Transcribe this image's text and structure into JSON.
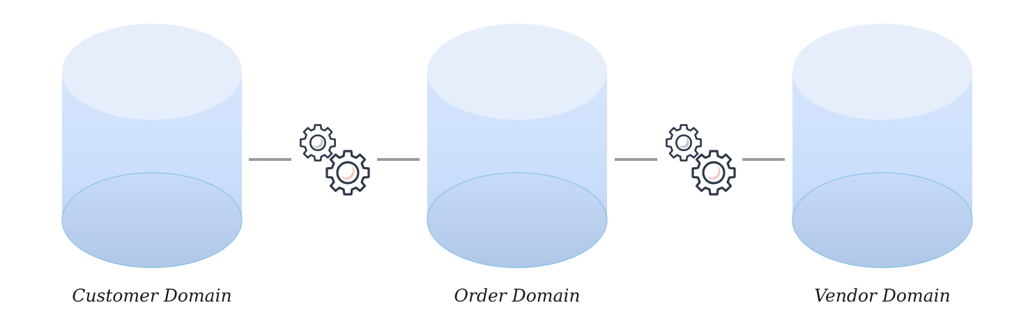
{
  "domains": [
    {
      "label": "Customer Domain"
    },
    {
      "label": "Order Domain"
    },
    {
      "label": "Vendor Domain"
    }
  ],
  "integrations": [
    {
      "icon": "gears-icon"
    },
    {
      "icon": "gears-icon"
    }
  ],
  "colors": {
    "cylinder_top": "#e6eefc",
    "cylinder_body_top": "#d3e3fb",
    "cylinder_body_bottom": "#b5cdeb",
    "cylinder_outline": "#7fc0e8",
    "connector": "#9a9a9a",
    "gear_stroke": "#2e3748",
    "gear_accent_small": "#bccbd6",
    "gear_accent_large": "#f6c3bd"
  }
}
